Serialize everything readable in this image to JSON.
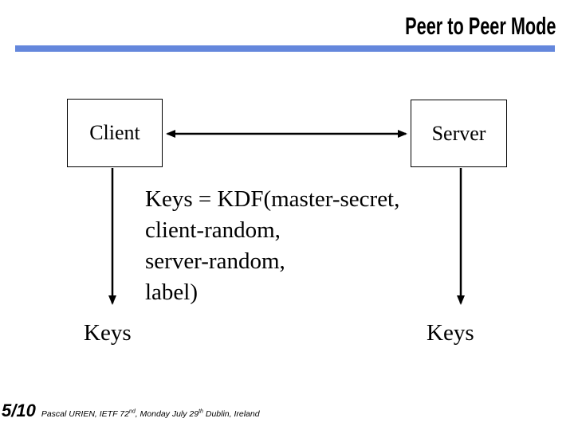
{
  "title": "Peer to Peer Mode",
  "accent_color": "#6487DC",
  "diagram": {
    "client_label": "Client",
    "server_label": "Server",
    "kdf_lines": [
      "Keys = KDF(master-secret,",
      "client-random,",
      "server-random,",
      "label)"
    ],
    "client_keys_label": "Keys",
    "server_keys_label": "Keys"
  },
  "footer": {
    "page_number": "5/10",
    "credit": {
      "part1": "Pascal URIEN, IETF 72",
      "sup1": "nd",
      "part2": ", Monday July 29",
      "sup2": "th",
      "part3": " Dublin, Ireland"
    }
  }
}
